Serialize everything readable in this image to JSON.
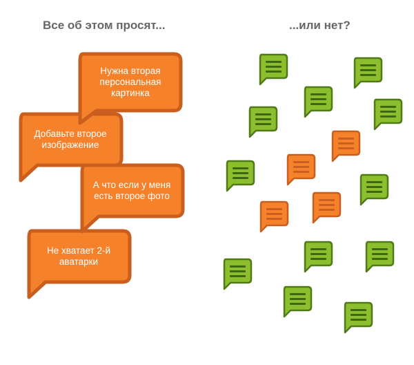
{
  "headings": {
    "left": "Все об этом просят...",
    "right": "...или нет?"
  },
  "bubbles": [
    {
      "lines": [
        "Нужна вторая",
        "персональная",
        "картинка"
      ]
    },
    {
      "lines": [
        "Добавьте второе",
        "изображение"
      ]
    },
    {
      "lines": [
        "А что если у меня",
        "есть второе фото"
      ]
    },
    {
      "lines": [
        "Не хватает 2-й",
        "аватарки"
      ]
    }
  ],
  "colors": {
    "orange_fill": "#F5822A",
    "orange_border": "#C95E1E",
    "green_fill": "#8DBE2E",
    "green_border": "#4E7A18",
    "heading_text": "#666666"
  }
}
